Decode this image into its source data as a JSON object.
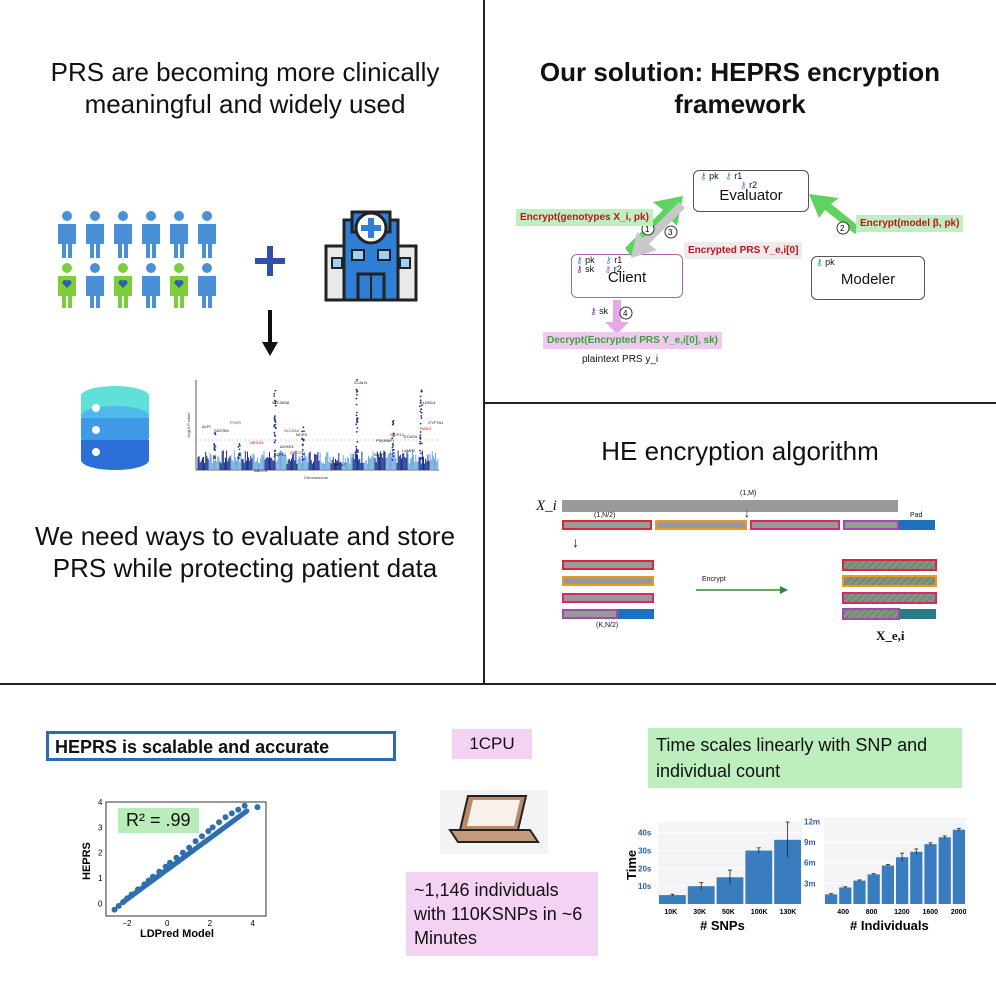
{
  "panel1": {
    "title": "PRS are becoming more clinically meaningful and widely used",
    "caption": "We need ways to evaluate and store PRS while protecting patient data",
    "manhattan": {
      "ylabel": "-log10 P value",
      "xlabel": "Chromosome",
      "genes_black": [
        "ALPI",
        "SDCRM",
        "SLC39A8",
        "ZCALN",
        "CLDN14",
        "NCR3",
        "ACHE3",
        "ALPK1",
        "PPL17",
        "IMSP7",
        "ECAS4",
        "ABCC9",
        "CYP7A1",
        "PSKBNP1",
        "LAMP2"
      ],
      "genes_red": [
        "FOXS",
        "SLC2A9",
        "ABCG2",
        "WDR10",
        "NRXN3",
        "RANG"
      ]
    }
  },
  "panel2": {
    "title": "Our solution: HEPRS encryption framework",
    "evaluator": {
      "label": "Evaluator",
      "keys": [
        "pk",
        "r1",
        "r2"
      ]
    },
    "client": {
      "label": "Client",
      "keys": [
        "pk",
        "sk",
        "r1",
        "r2"
      ]
    },
    "modeler": {
      "label": "Modeler",
      "keys": [
        "pk"
      ]
    },
    "step1_text": "Encrypt(genotypes X_i, pk)",
    "step2_text": "Encrypt(model β, pk)",
    "step3_text": "Encrypted PRS Y_e,i[0]",
    "step4_text": "Decrypt(Encrypted PRS Y_e,i[0], sk)",
    "step4_key": "sk",
    "plaintext": "plaintext PRS y_i",
    "step_numbers": [
      "1",
      "2",
      "3",
      "4"
    ]
  },
  "panel3": {
    "title": "HE encryption algorithm",
    "xi_label": "X_i",
    "top_label": "(1,M)",
    "half_label": "(1,N/2)",
    "pad_label": "Pad",
    "bottom_label": "(K,N/2)",
    "encrypt_label": "Encrypt",
    "xe_label": "X_e,i"
  },
  "panel4": {
    "heading": "HEPRS is scalable and accurate",
    "cpu": "1CPU",
    "linear_note": "Time scales linearly with SNP and individual count",
    "note": "~1,146 individuals with 110KSNPs in ~6 Minutes",
    "r2": "R² = .99"
  },
  "chart_data": [
    {
      "type": "scatter",
      "title": "",
      "xlabel": "LDPred Model",
      "ylabel": "HEPRS",
      "xlim": [
        -3,
        4.5
      ],
      "ylim": [
        -0.5,
        4
      ],
      "xticks": [
        "−2",
        "0",
        "2",
        "4"
      ],
      "yticks": [
        "0",
        "1",
        "2",
        "3",
        "4"
      ],
      "annotation": "R² = .99",
      "points": [
        [
          -2.6,
          -0.25
        ],
        [
          -2.4,
          -0.1
        ],
        [
          -2.2,
          0.05
        ],
        [
          -2.0,
          0.2
        ],
        [
          -1.8,
          0.35
        ],
        [
          -1.5,
          0.55
        ],
        [
          -1.2,
          0.75
        ],
        [
          -1.0,
          0.9
        ],
        [
          -0.8,
          1.05
        ],
        [
          -0.5,
          1.25
        ],
        [
          -0.2,
          1.45
        ],
        [
          0.0,
          1.6
        ],
        [
          0.3,
          1.8
        ],
        [
          0.6,
          2.0
        ],
        [
          0.9,
          2.2
        ],
        [
          1.2,
          2.45
        ],
        [
          1.5,
          2.65
        ],
        [
          1.8,
          2.85
        ],
        [
          2.0,
          3.0
        ],
        [
          2.3,
          3.2
        ],
        [
          2.6,
          3.4
        ],
        [
          2.9,
          3.55
        ],
        [
          3.2,
          3.7
        ],
        [
          3.5,
          3.85
        ],
        [
          4.1,
          3.8
        ]
      ]
    },
    {
      "type": "bar",
      "xlabel": "# SNPs",
      "ylabel": "Time",
      "categories": [
        "10K",
        "30K",
        "50K",
        "100K",
        "130K"
      ],
      "values": [
        5,
        10,
        15,
        30,
        36
      ],
      "errors": [
        0.5,
        2,
        4,
        1.5,
        10
      ],
      "ylim": [
        0,
        46
      ],
      "yticks": [
        "10s",
        "20s",
        "30s",
        "40s"
      ],
      "ytick_values": [
        10,
        20,
        30,
        40
      ]
    },
    {
      "type": "bar",
      "xlabel": "# Individuals",
      "ylabel": "",
      "categories": [
        "200",
        "400",
        "600",
        "800",
        "1000",
        "1200",
        "1400",
        "1600",
        "1800",
        "2000"
      ],
      "xticks": [
        "400",
        "800",
        "1200",
        "1600",
        "2000"
      ],
      "values": [
        1.4,
        2.4,
        3.4,
        4.3,
        5.6,
        6.8,
        7.6,
        8.7,
        9.7,
        10.8
      ],
      "errors": [
        0.1,
        0.1,
        0.1,
        0.1,
        0.15,
        0.6,
        0.4,
        0.2,
        0.2,
        0.2
      ],
      "ylim": [
        0,
        12.5
      ],
      "yticks": [
        "3m",
        "6m",
        "9m",
        "12m"
      ],
      "ytick_values": [
        3,
        6,
        9,
        12
      ]
    }
  ],
  "colors": {
    "person_blue": "#4a90d9",
    "person_green": "#7ccf3a",
    "hospital_blue": "#2f7fd6",
    "bar_blue": "#3a7dbf",
    "encrypt_green": "#5fd35f",
    "gray_bar": "#999999",
    "pad_blue": "#1f6fbf"
  }
}
